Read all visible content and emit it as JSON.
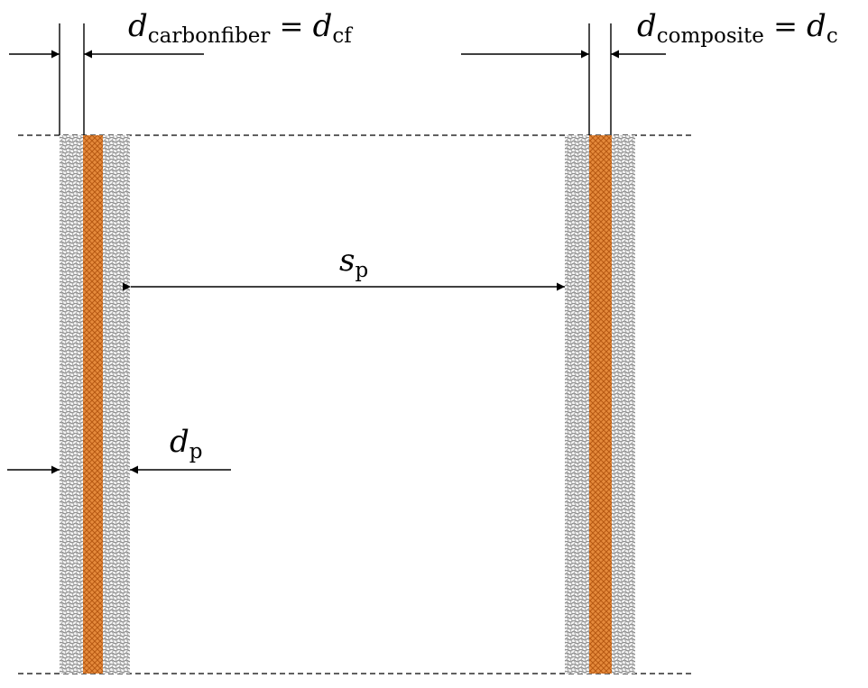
{
  "diagram": {
    "labels": {
      "carbonfiber": {
        "symbol": "d",
        "subscript": "carbonfiber",
        "equals": " = ",
        "alias_symbol": "d",
        "alias_subscript": "cf"
      },
      "composite": {
        "symbol": "d",
        "subscript": "composite",
        "equals": " = ",
        "alias_symbol": "d",
        "alias_subscript": "c"
      },
      "spacing": {
        "symbol": "s",
        "subscript": "p"
      },
      "pile_diameter": {
        "symbol": "d",
        "subscript": "p"
      }
    },
    "colors": {
      "line": "#000000",
      "carbon_fiber_core": "#e07b28",
      "composite_shell": "#7f7f7f",
      "background": "#ffffff"
    }
  }
}
